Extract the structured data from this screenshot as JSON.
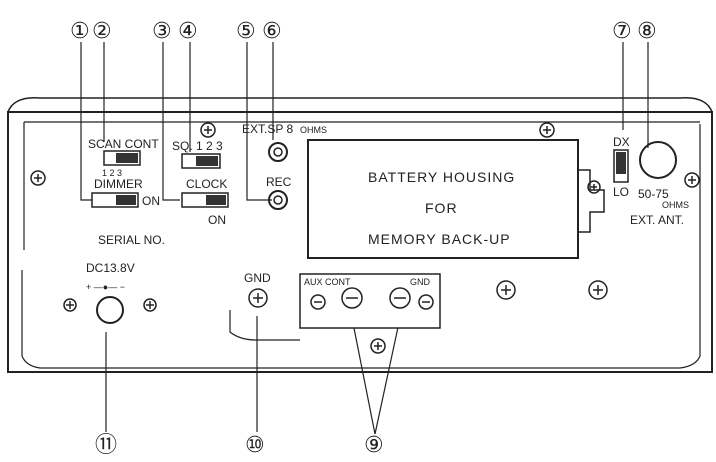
{
  "callouts": [
    "①",
    "②",
    "③",
    "④",
    "⑤",
    "⑥",
    "⑦",
    "⑧",
    "⑨",
    "⑩",
    "⑪"
  ],
  "labels": {
    "scan_cont": "SCAN CONT",
    "sw_scan_nums": "1 2 3",
    "dimmer": "DIMMER",
    "dimmer_on": "ON",
    "sq": "SQ. 1 2 3",
    "clock": "CLOCK",
    "clock_on": "ON",
    "ext_sp_main": "EXT.SP 8",
    "ext_sp_ohms": "OHMS",
    "rec": "REC",
    "battery_line1": "BATTERY HOUSING",
    "battery_line2": "FOR",
    "battery_line3": "MEMORY BACK-UP",
    "dx": "DX",
    "lo": "LO",
    "ant_range": "50-75",
    "ant_ohms": "OHMS",
    "ext_ant": "EXT. ANT.",
    "serial_no": "SERIAL NO.",
    "dc": "DC13.8V",
    "dc_polarity": "+ —●— −",
    "gnd_left": "GND",
    "aux_cont": "AUX CONT",
    "gnd_right": "GND"
  }
}
